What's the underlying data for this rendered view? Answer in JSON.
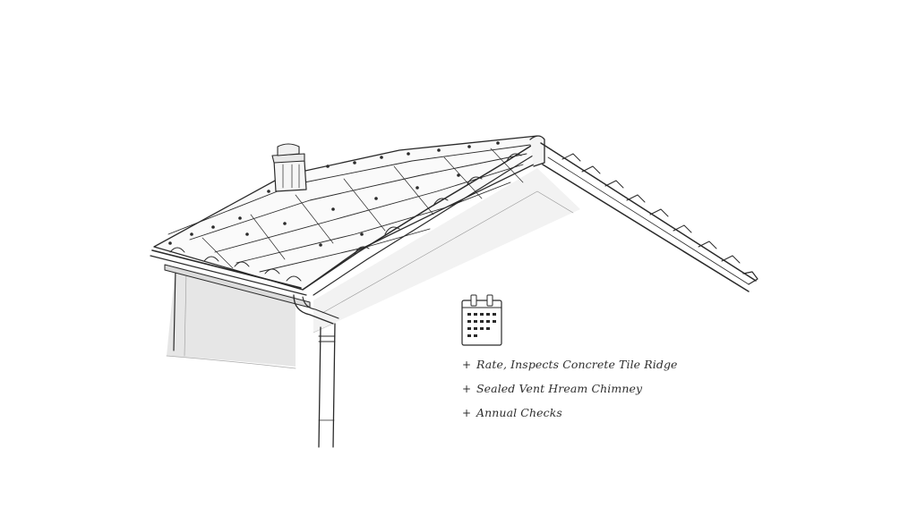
{
  "notes": {
    "marker": "+",
    "items": [
      "Rate, Inspects Concrete Tile Ridge",
      "Sealed Vent Hream Chimney",
      "Annual Checks"
    ]
  },
  "icons": {
    "note_icon": "calendar-icon"
  },
  "colors": {
    "ink": "#2a2a2a",
    "wall_shade": "#e2e2e2",
    "wall_light": "#f2f2f2",
    "background": "#ffffff"
  }
}
